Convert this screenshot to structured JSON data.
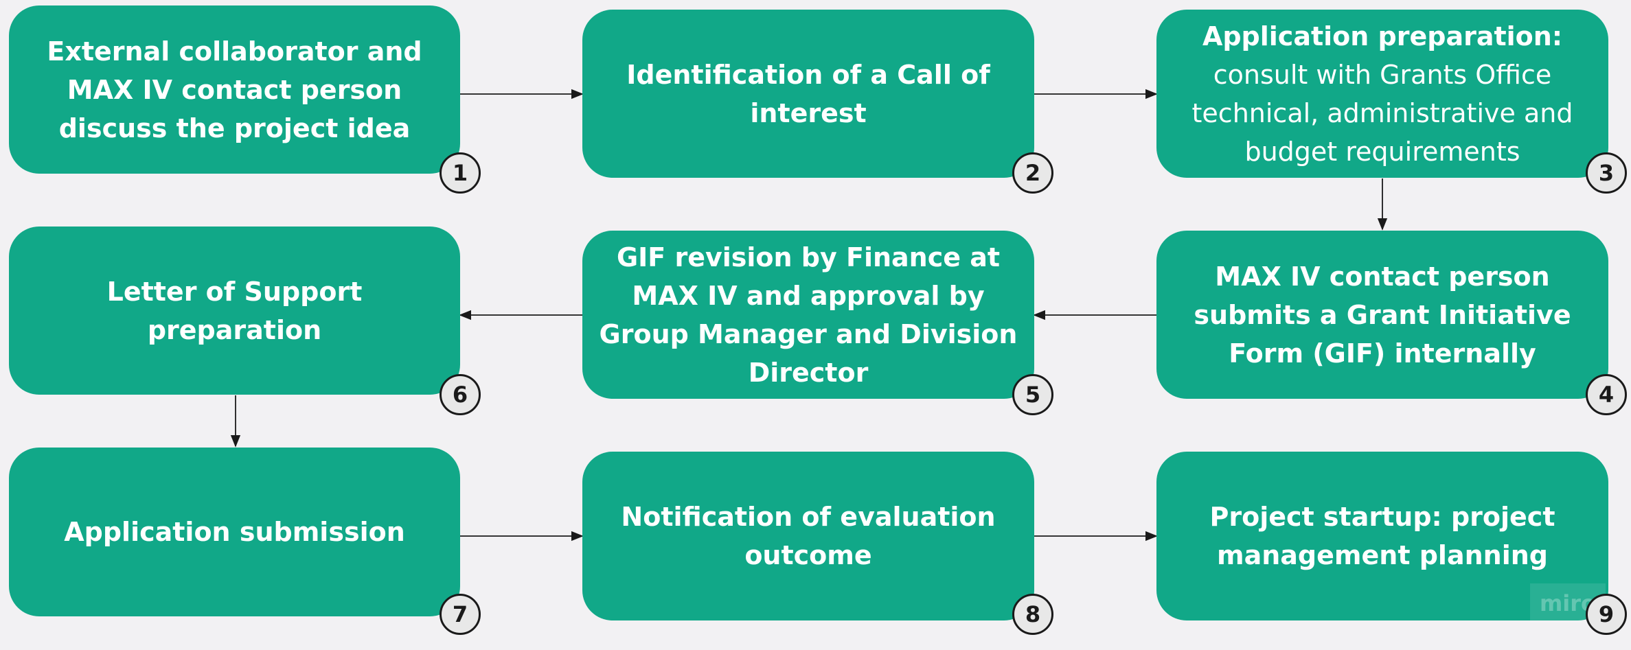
{
  "diagram": {
    "steps": [
      {
        "number": "1",
        "text": "External collaborator and MAX IV contact person discuss the project idea"
      },
      {
        "number": "2",
        "text": "Identification of a Call of interest"
      },
      {
        "number": "3",
        "title": "Application preparation:",
        "text": "consult with Grants Office technical, administrative and budget requirements"
      },
      {
        "number": "4",
        "text": "MAX IV contact person submits a Grant Initiative Form (GIF) internally"
      },
      {
        "number": "5",
        "text": "GIF revision by Finance at MAX IV and approval by Group Manager and Division Director"
      },
      {
        "number": "6",
        "text": "Letter of Support preparation"
      },
      {
        "number": "7",
        "text": "Application submission"
      },
      {
        "number": "8",
        "text": "Notification of evaluation outcome"
      },
      {
        "number": "9",
        "text": "Project startup: project management planning"
      }
    ],
    "watermark": "miro"
  },
  "colors": {
    "background": "#f2f1f3",
    "box": "#11a888",
    "box_text": "#ffffff",
    "badge_fill": "#e8e8e8",
    "badge_border": "#1a1a1a",
    "arrow": "#1a1a1a"
  }
}
